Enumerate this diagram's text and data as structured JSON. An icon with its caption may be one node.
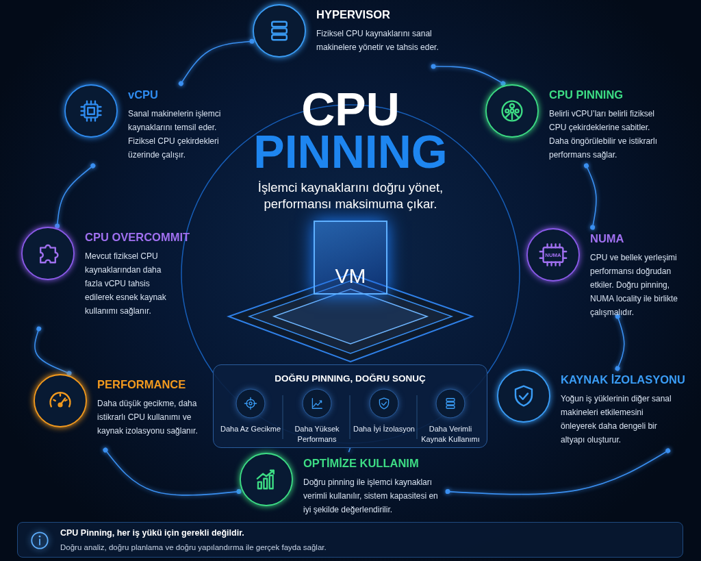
{
  "diagram": {
    "title": "CPU PINNING",
    "nodes": [
      {
        "text": [
          "HYPERVISOR",
          "Fiziksel CPU kaynaklarını sanal makinelere yönetir ve tahsis eder."
        ]
      },
      {
        "text": [
          "vCPU",
          "Sanal makinelerin işlemci kaynaklarını temsil eder. Fiziksel CPU çekirdekleri üzerinde çalışır."
        ]
      },
      {
        "text": [
          "CPU PINNING",
          "Belirli vCPU’ları belirli fiziksel CPU çekirdeklerine sabitler. Daha öngörülebilir ve istikrarlı performans sağlar."
        ]
      },
      {
        "text": [
          "CPU OVERCOMMIT",
          "Mevcut fiziksel CPU kaynaklarından daha fazla vCPU tahsis edilerek esnek kaynak kullanımı sağlanır."
        ]
      },
      {
        "text": [
          "NUMA",
          "CPU ve bellek yerleşimi performansı doğrudan etkiler. Doğru pinning, NUMA locality ile birlikte çalışmalıdır."
        ]
      },
      {
        "text": [
          "VM"
        ]
      },
      {
        "text": [
          "DOĞRU PINNING, DOĞRU SONUÇ"
        ]
      },
      {
        "text": [
          "Daha Az Gecikme"
        ],
        "in": 6
      },
      {
        "text": [
          "Daha Yüksek Performans"
        ],
        "in": 6
      },
      {
        "text": [
          "Daha İyi İzolasyon"
        ],
        "in": 6
      },
      {
        "text": [
          "Daha Verimli Kaynak Kullanımı"
        ],
        "in": 6
      },
      {
        "text": [
          "PERFORMANCE",
          "Daha düşük gecikme, daha istikrarlı CPU kullanımı ve kaynak izolasyonu sağlanır."
        ]
      },
      {
        "text": [
          "KAYNAK İZOLASYONU",
          "Yoğun iş yüklerinin diğer sanal makineleri etkilemesini önleyerek daha dengeli bir altyapı oluşturur."
        ]
      },
      {
        "text": [
          "OPTİMİZE KULLANIM",
          "Doğru pinning ile işlemci kaynakları verimli kullanılır, sistem kapasitesi en iyi şekilde değerlendirilir."
        ]
      },
      {
        "text": [
          "CPU Pinning, her iş yükü için gerekli değildir.",
          "Doğru analiz, doğru planlama ve doğru yapılandırma ile gerçek fayda sağlar."
        ]
      }
    ],
    "edges": [
      {
        "from": 0,
        "to": 1,
        "arrow": "other"
      },
      {
        "from": 1,
        "to": 3,
        "arrow": "other"
      },
      {
        "from": 3,
        "to": 11,
        "arrow": "other"
      },
      {
        "from": 11,
        "to": 13,
        "arrow": "other"
      },
      {
        "from": 13,
        "to": 12,
        "arrow": "other"
      },
      {
        "from": 12,
        "to": 4,
        "arrow": "other"
      },
      {
        "from": 4,
        "to": 2,
        "arrow": "other"
      },
      {
        "from": 2,
        "to": 0,
        "arrow": "other"
      },
      {
        "from": 6,
        "to": 13,
        "arrow": "none"
      }
    ],
    "labels": [
      "İşlemci kaynaklarını doğru yönet, performansı maksimuma çıkar.",
      "NUMA"
    ]
  }
}
